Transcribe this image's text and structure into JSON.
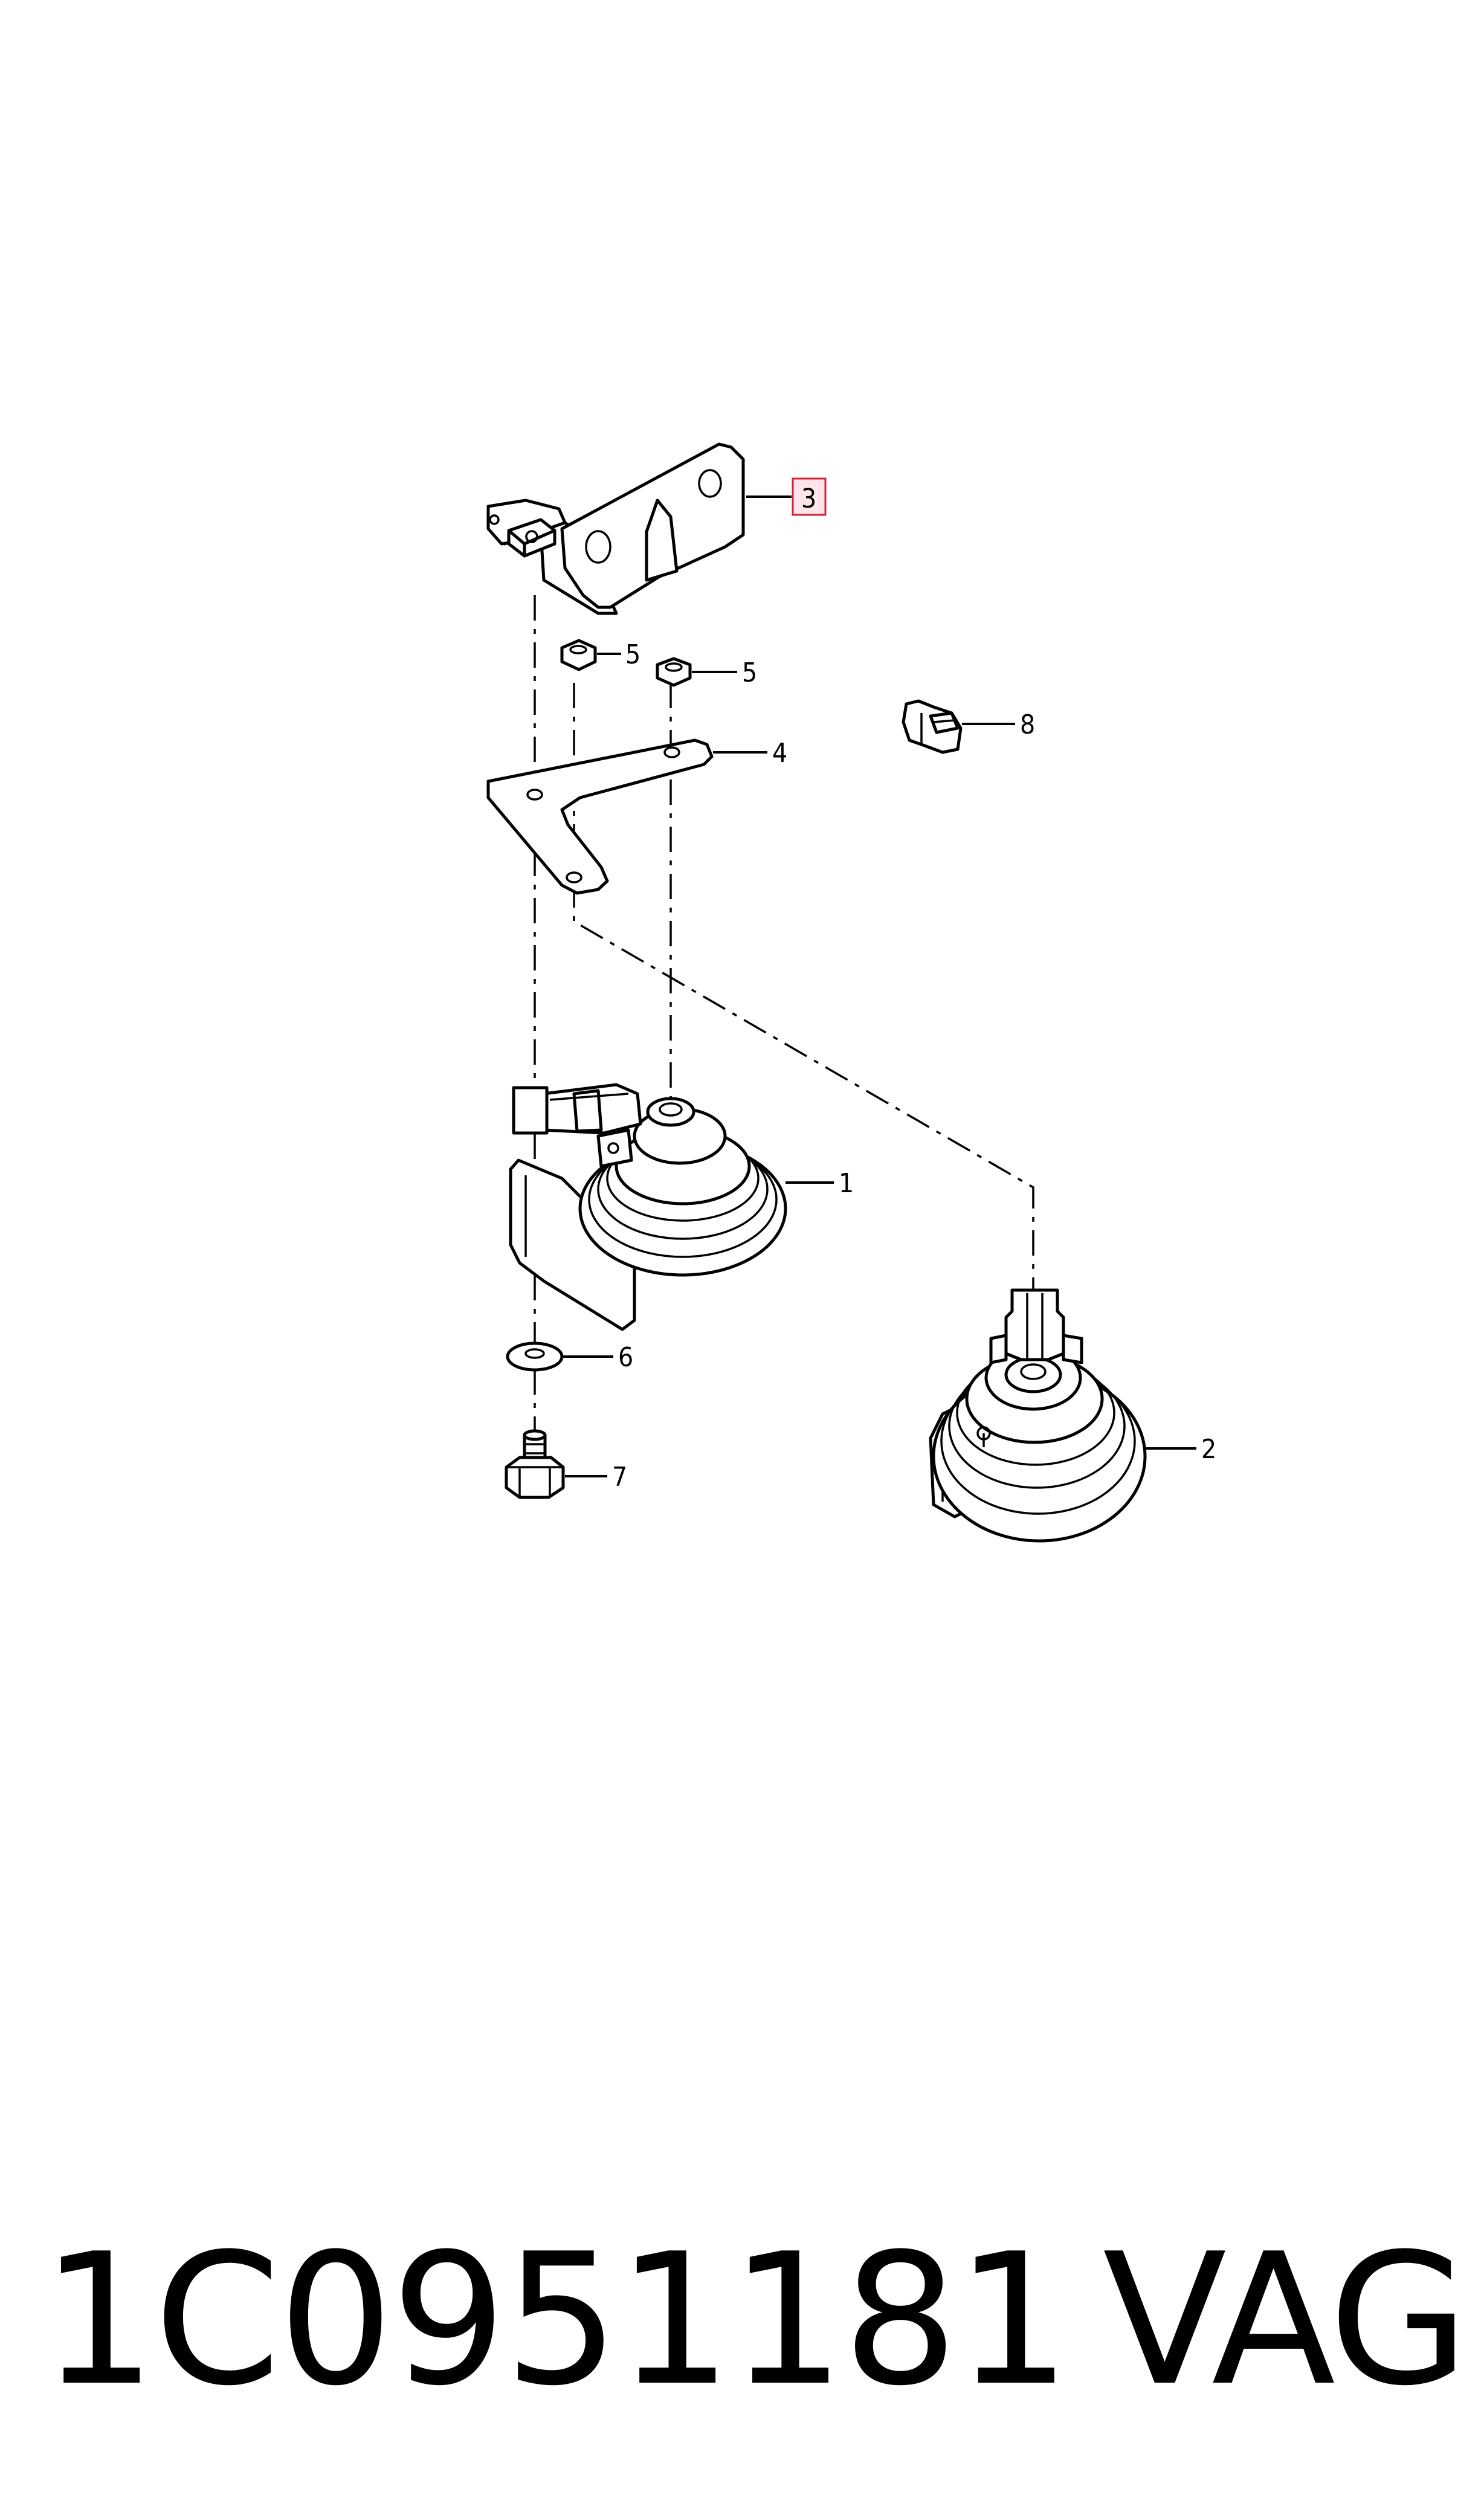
{
  "diagram": {
    "callouts": [
      {
        "id": "1",
        "label": "1"
      },
      {
        "id": "2",
        "label": "2"
      },
      {
        "id": "3",
        "label": "3",
        "highlighted": true
      },
      {
        "id": "4",
        "label": "4"
      },
      {
        "id": "5a",
        "label": "5"
      },
      {
        "id": "5b",
        "label": "5"
      },
      {
        "id": "6",
        "label": "6"
      },
      {
        "id": "7",
        "label": "7"
      },
      {
        "id": "8",
        "label": "8"
      }
    ],
    "highlight_color": "#d2233c",
    "highlight_fill": "#ffe4ea"
  },
  "footer": {
    "part_number": "1C0951181",
    "brand": "VAG"
  }
}
